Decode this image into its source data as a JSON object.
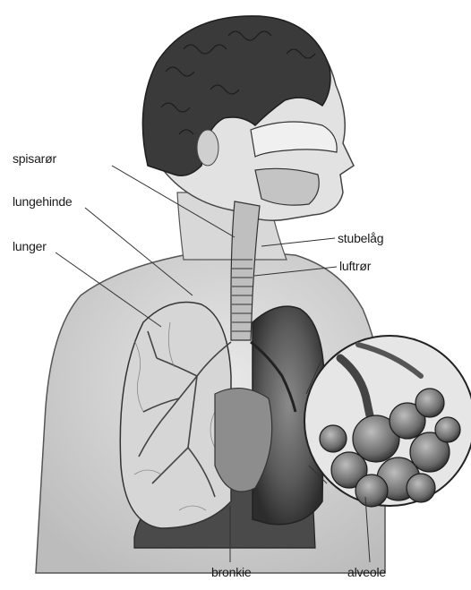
{
  "labels": {
    "esophagus": "spisarør",
    "pleura": "lungehinde",
    "lungs": "lunger",
    "vocal_cords": "stubelåg",
    "trachea": "luftrør",
    "bronchiole": "bronkie",
    "alveoli": "alveole"
  }
}
